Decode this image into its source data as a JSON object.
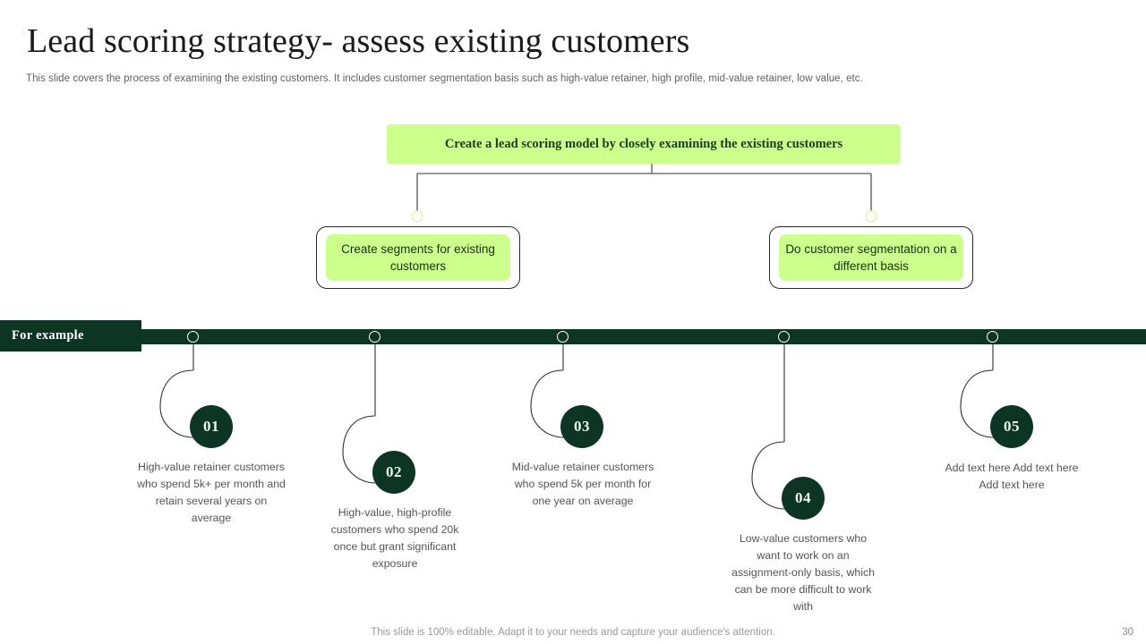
{
  "slide": {
    "title": "Lead scoring strategy- assess existing customers",
    "subtitle": "This slide covers the process of examining the existing customers. It includes customer segmentation basis such as high-value retainer, high profile, mid-value retainer,  low value, etc.",
    "page_number": "30",
    "footer_note": "This slide is 100% editable. Adapt it to your needs and capture your audience's attention."
  },
  "colors": {
    "light_green": "#ccff8c",
    "dark_green": "#0d3524",
    "title_text": "#1a1a1a",
    "body_text": "#555555",
    "connector_line": "#333333",
    "pale_ring": "#e6f5b8"
  },
  "model_box": {
    "text": "Create a lead scoring model by closely examining the existing customers"
  },
  "branches": [
    {
      "label": "Create segments for existing customers"
    },
    {
      "label": "Do customer segmentation on a different basis"
    }
  ],
  "example_band": {
    "tab_label": "For example"
  },
  "timeline": {
    "items": [
      {
        "number": "01",
        "text": "High-value  retainer customers who  spend  5k+ per  month and  retain several  years  on  average"
      },
      {
        "number": "02",
        "text": "High-value,  high-profile customers  who  spend 20k once but grant significant  exposure"
      },
      {
        "number": "03",
        "text": "Mid-value  retainer customers who  spend 5k per month for  one year  on  average"
      },
      {
        "number": "04",
        "text": "Low-value  customers who want to work  on an assignment-only  basis, which  can  be  more difficult to work with"
      },
      {
        "number": "05",
        "text": "Add text here Add text here Add text here"
      }
    ]
  }
}
